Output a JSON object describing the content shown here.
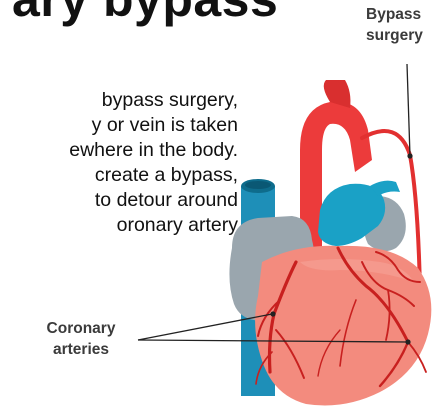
{
  "title": "ary bypass",
  "body_lines": [
    "bypass surgery,",
    "y or vein is taken",
    "ewhere in the body.",
    "create a bypass,",
    "to detour around",
    "oronary artery"
  ],
  "labels": {
    "bypass": [
      "Bypass",
      "surgery"
    ],
    "coronary": [
      "Coronary",
      "arteries"
    ]
  },
  "colors": {
    "aorta": "#ec3b3b",
    "pulmonary": "#1aa1c6",
    "vena_cava": "#1e8fb8",
    "atrium": "#9aa6ae",
    "ventricle": "#f38b7e",
    "artery": "#c8201f"
  }
}
